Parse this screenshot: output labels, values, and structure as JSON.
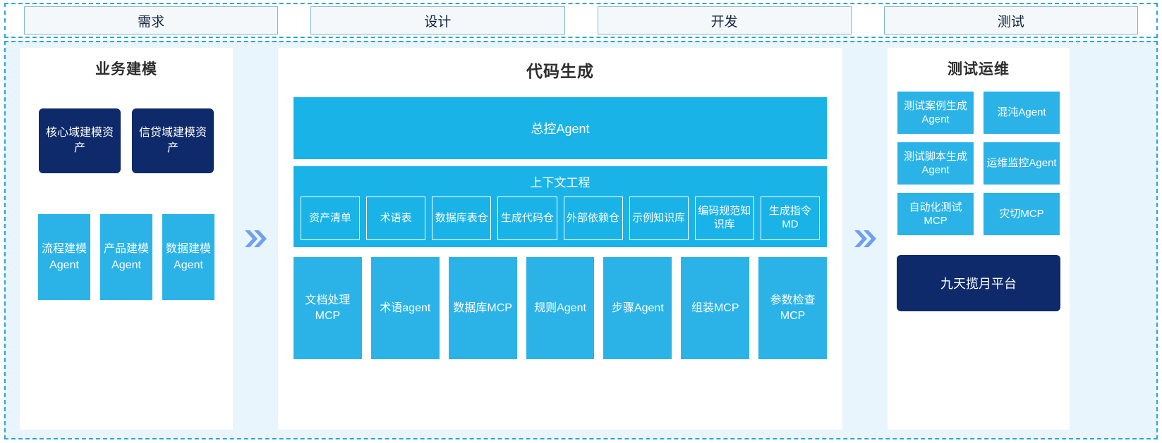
{
  "phases": [
    {
      "label": "需求"
    },
    {
      "label": "设计"
    },
    {
      "label": "开发"
    },
    {
      "label": "测试"
    }
  ],
  "left_panel": {
    "title": "业务建模",
    "assets": [
      {
        "label": "核心域建模资产"
      },
      {
        "label": "信贷域建模资产"
      }
    ],
    "agents": [
      {
        "label": "流程建模Agent"
      },
      {
        "label": "产品建模Agent"
      },
      {
        "label": "数据建模Agent"
      }
    ]
  },
  "center_panel": {
    "title": "代码生成",
    "master_agent": "总控Agent",
    "context": {
      "title": "上下文工程",
      "items": [
        {
          "label": "资产清单"
        },
        {
          "label": "术语表"
        },
        {
          "label": "数据库表仓"
        },
        {
          "label": "生成代码仓"
        },
        {
          "label": "外部依赖仓"
        },
        {
          "label": "示例知识库"
        },
        {
          "label": "编码规范知识库"
        },
        {
          "label": "生成指令MD"
        }
      ]
    },
    "tools": [
      {
        "label": "文档处理MCP"
      },
      {
        "label": "术语agent"
      },
      {
        "label": "数据库MCP"
      },
      {
        "label": "规则Agent"
      },
      {
        "label": "步骤Agent"
      },
      {
        "label": "组装MCP"
      },
      {
        "label": "参数检查MCP"
      }
    ]
  },
  "right_panel": {
    "title": "测试运维",
    "items": [
      {
        "label": "测试案例生成Agent"
      },
      {
        "label": "混沌Agent"
      },
      {
        "label": "测试脚本生成Agent"
      },
      {
        "label": "运维监控Agent"
      },
      {
        "label": "自动化测试MCP"
      },
      {
        "label": "灾切MCP"
      }
    ],
    "platform": "九天揽月平台"
  },
  "arrows": [
    {
      "name": "arrow-left-to-center"
    },
    {
      "name": "arrow-center-to-right"
    }
  ],
  "colors": {
    "accent_cyan": "#2bb3e8",
    "accent_cyan_bright": "#1ab3e8",
    "navy": "#0e2a6b",
    "panel_bg": "#e9f5fd",
    "dashed_border": "#29a8d8",
    "chevron": "#6f9ff0"
  }
}
